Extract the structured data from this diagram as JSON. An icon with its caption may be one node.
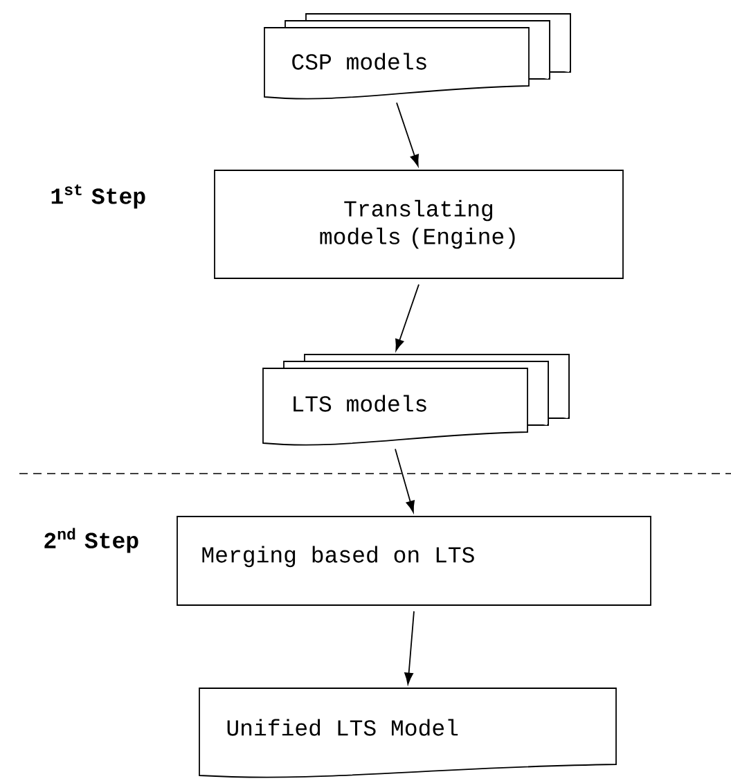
{
  "diagram": {
    "nodes": [
      {
        "text": [
          "CSP models"
        ]
      },
      {
        "text": [
          "Translating models (Engine)"
        ]
      },
      {
        "text": [
          "LTS models"
        ]
      },
      {
        "text": [
          "Merging based on LTS"
        ]
      },
      {
        "text": [
          "Unified LTS Model"
        ]
      }
    ],
    "edges": [
      {
        "from": 0,
        "to": 1,
        "arrow": "to"
      },
      {
        "from": 1,
        "to": 2,
        "arrow": "to"
      },
      {
        "from": 2,
        "to": 3,
        "arrow": "to"
      },
      {
        "from": 3,
        "to": 4,
        "arrow": "to"
      }
    ],
    "labels": [
      "1$^{st}$ Step",
      "2$^{nd}$ Step"
    ]
  }
}
